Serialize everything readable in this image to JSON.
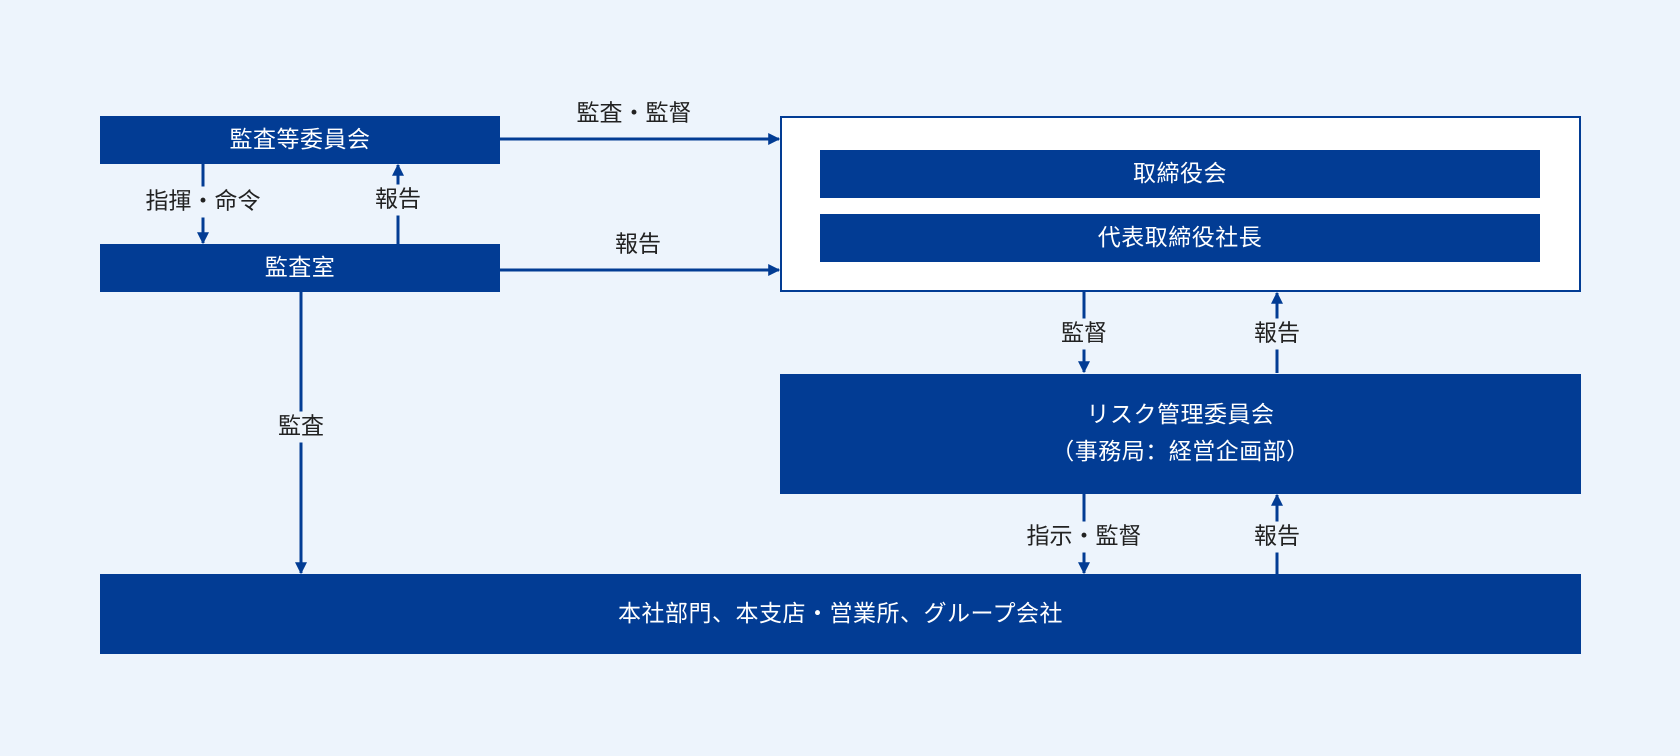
{
  "colors": {
    "primary": "#023c94",
    "background": "#edf4fc",
    "text": "#222222"
  },
  "nodes": {
    "audit_committee": "監査等委員会",
    "audit_office": "監査室",
    "board": "取締役会",
    "president": "代表取締役社長",
    "risk_committee": "リスク管理委員会",
    "risk_secretariat": "（事務局：経営企画部）",
    "departments": "本社部門、本支店・営業所、グループ会社"
  },
  "edges": {
    "committee_to_board": "監査・監督",
    "office_to_board": "報告",
    "committee_to_office": "指揮・命令",
    "office_to_committee": "報告",
    "office_to_departments": "監査",
    "board_to_risk": "監督",
    "risk_to_board": "報告",
    "risk_to_departments": "指示・監督",
    "departments_to_risk": "報告"
  }
}
